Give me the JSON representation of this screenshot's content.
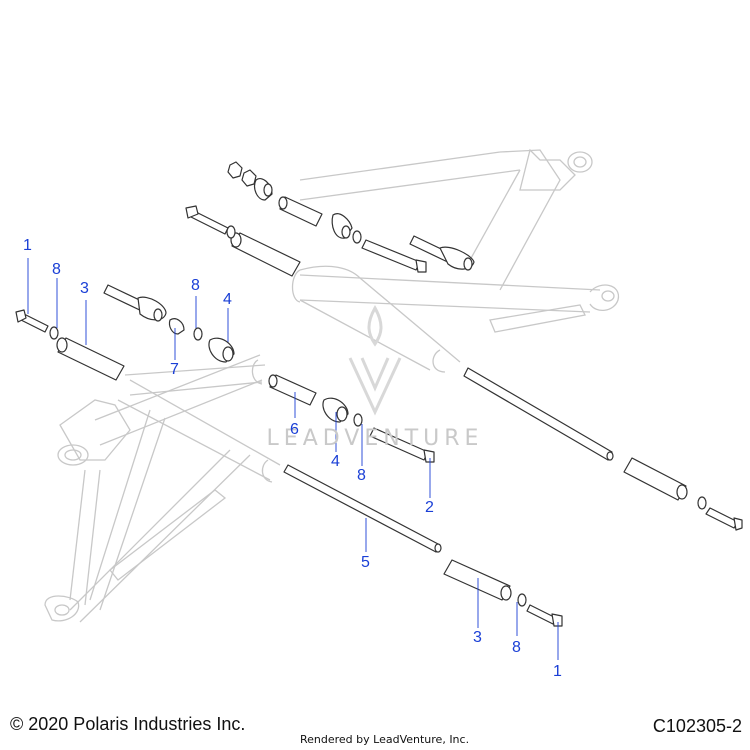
{
  "callouts": {
    "c1a": "1",
    "c8a": "8",
    "c3a": "3",
    "c8b": "8",
    "c4a": "4",
    "c7": "7",
    "c6": "6",
    "c4b": "4",
    "c8c": "8",
    "c2": "2",
    "c5": "5",
    "c3b": "3",
    "c8d": "8",
    "c1b": "1"
  },
  "footer": {
    "copyright": "© 2020 Polaris Industries Inc.",
    "figure_id": "C102305-2",
    "rendered_by": "Rendered by LeadVenture, Inc."
  },
  "watermark": {
    "text": "LEADVENTURE"
  },
  "colors": {
    "callout": "#1a3fd6",
    "line": "#333333",
    "ghost": "#c8c8c8"
  }
}
